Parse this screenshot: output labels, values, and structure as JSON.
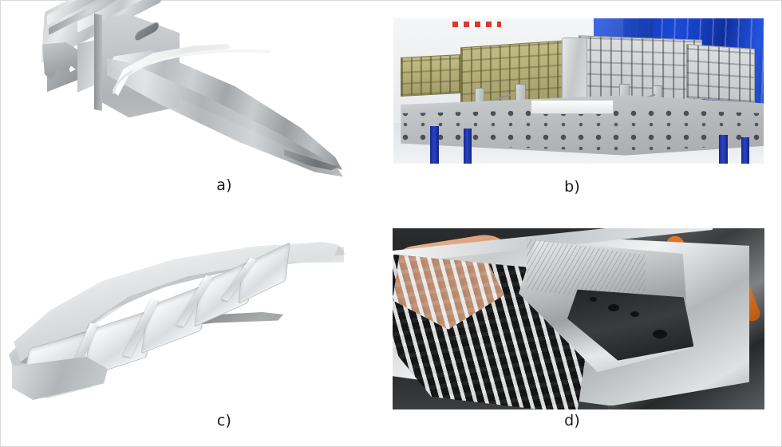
{
  "figure": {
    "background_color": "#ffffff",
    "border_color": "#d8d8d8",
    "layout": "2x2 panel grid",
    "panels": [
      {
        "key": "a",
        "caption": "a)",
        "kind": "cad-render",
        "subject": "turbine blade with fir-tree / dovetail root and aerofoil",
        "description": "Monolithic machined turbine blade CAD model shown isometrically; serrated root block at upper left, flat platform plate, long twisted aerofoil sweeping down to the right ending in a thin tip.",
        "accent_color": "#b9bcbe"
      },
      {
        "key": "b",
        "caption": "b)",
        "kind": "photograph",
        "subject": "large machined aerospace structural panels on a modular fixture table",
        "description": "Workshop photo: several large pocketed monolithic panels (olive-anodised and bare aluminium) stood on edge on a perforated modular welding/fixture table with blue legs, blue curtain backdrop.",
        "accent_color": "#1c49d6"
      },
      {
        "key": "c",
        "caption": "c)",
        "kind": "cad-render",
        "subject": "curved monolithic machined aluminium frame / rib",
        "description": "Curved monolithic aluminium frame segment with thin outer skin, diagonal stiffening ribs and large milled pockets showing spiral tool-path marks.",
        "accent_color": "#c2c5c7"
      },
      {
        "key": "d",
        "caption": "d)",
        "kind": "photograph",
        "subject": "thin-walled waffle / isogrid machined panel held by hand",
        "description": "Close-up photo inside a machine tool: a thin-walled waffle-grid aluminium panel, fingers visible through the open pockets, deep pockets and drilled holes at right, orange and blue coolant hoses in the dark background.",
        "accent_color": "#e8761f"
      }
    ]
  }
}
